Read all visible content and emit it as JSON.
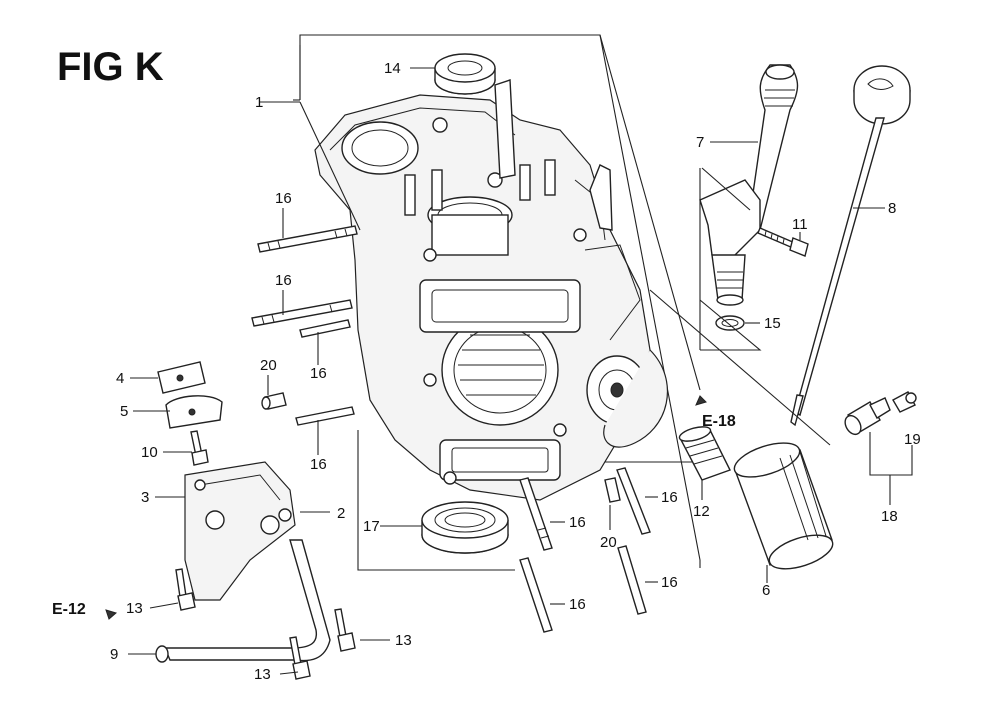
{
  "figure": {
    "title": "FIG K",
    "refs": {
      "e12": "E-12",
      "e18": "E-18"
    },
    "callouts": {
      "c1": "1",
      "c2": "2",
      "c3": "3",
      "c4": "4",
      "c5": "5",
      "c6": "6",
      "c7": "7",
      "c8": "8",
      "c9": "9",
      "c10": "10",
      "c11": "11",
      "c12": "12",
      "c13a": "13",
      "c13b": "13",
      "c13c": "13",
      "c14": "14",
      "c15": "15",
      "c16a": "16",
      "c16b": "16",
      "c16c": "16",
      "c16d": "16",
      "c16e": "16",
      "c16f": "16",
      "c16g": "16",
      "c17": "17",
      "c18": "18",
      "c19": "19",
      "c20a": "20",
      "c20b": "20"
    }
  }
}
